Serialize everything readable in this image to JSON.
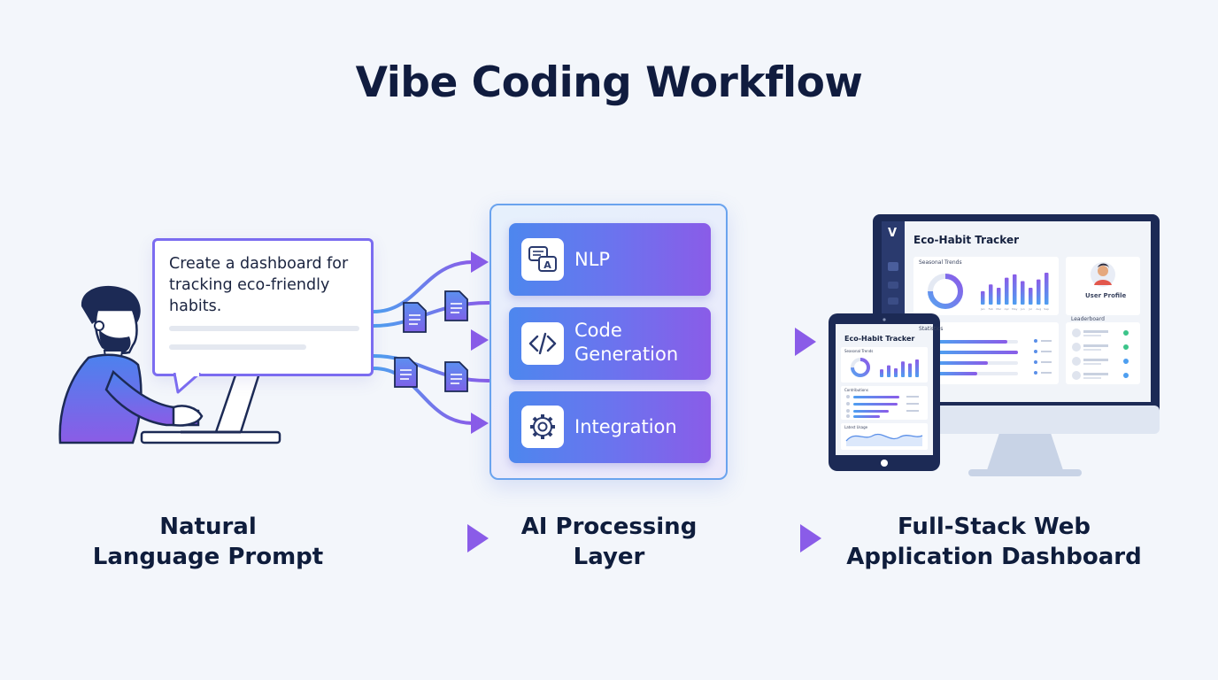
{
  "title": "Vibe Coding Workflow",
  "prompt": {
    "text": "Create a dashboard for tracking eco-friendly habits."
  },
  "processing": {
    "cards": [
      {
        "label": "NLP",
        "icon": "chat-translate-icon"
      },
      {
        "label": "Code Generation",
        "icon": "code-brackets-icon"
      },
      {
        "label": "Integration",
        "icon": "gear-icon"
      }
    ]
  },
  "dashboard": {
    "app_name": "Eco-Habit Tracker",
    "logo": "V",
    "desktop": {
      "panel1_label": "Seasonal Trends",
      "profile_label": "User Profile",
      "panel2_label": "Statistics",
      "panel3_label": "Leaderboard",
      "bar_values": [
        40,
        60,
        50,
        80,
        90,
        70,
        50,
        75,
        95
      ],
      "bar_ticks": [
        "Jan",
        "Feb",
        "Mar",
        "Apr",
        "May",
        "Jun",
        "Jul",
        "Aug",
        "Sep"
      ]
    },
    "tablet": {
      "panel1_label": "Seasonal Trends",
      "panel2_label": "Contributions",
      "panel3_label": "Latest Usage",
      "bar_values": [
        40,
        60,
        45,
        80,
        70,
        90
      ]
    }
  },
  "stages": [
    {
      "label": "Natural Language Prompt"
    },
    {
      "label": "AI Processing Layer"
    },
    {
      "label": "Full-Stack Web Application Dashboard"
    }
  ],
  "colors": {
    "blue": "#4d87ee",
    "purple": "#8a5ce8",
    "navy": "#1c2a55",
    "background": "#f3f6fb"
  }
}
